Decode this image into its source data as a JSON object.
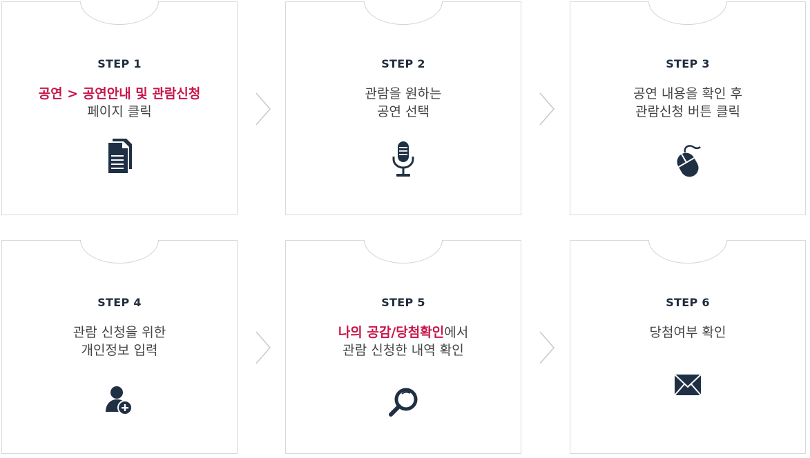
{
  "steps": [
    {
      "label": "STEP 1",
      "hl": "공연 > 공연안내 및 관람신청",
      "line1_rest": "",
      "line2": "페이지 클릭",
      "icon": "documents-icon"
    },
    {
      "label": "STEP 2",
      "hl": "",
      "line1_rest": "관람을 원하는",
      "line2": "공연 선택",
      "icon": "microphone-icon"
    },
    {
      "label": "STEP 3",
      "hl": "",
      "line1_rest": "공연 내용을 확인 후",
      "line2": "관람신청 버튼 클릭",
      "icon": "mouse-icon"
    },
    {
      "label": "STEP 4",
      "hl": "",
      "line1_rest": "관람 신청을 위한",
      "line2": "개인정보 입력",
      "icon": "add-user-icon"
    },
    {
      "label": "STEP 5",
      "hl": "나의 공감/당첨확인",
      "line1_rest": "에서",
      "line2": "관람 신청한 내역 확인",
      "icon": "magnifier-icon"
    },
    {
      "label": "STEP 6",
      "hl": "",
      "line1_rest": "당첨여부 확인",
      "line2": "",
      "icon": "envelope-icon"
    }
  ],
  "colors": {
    "accent": "#c8174a",
    "icon": "#1f3044",
    "border": "#d9d9d9"
  }
}
